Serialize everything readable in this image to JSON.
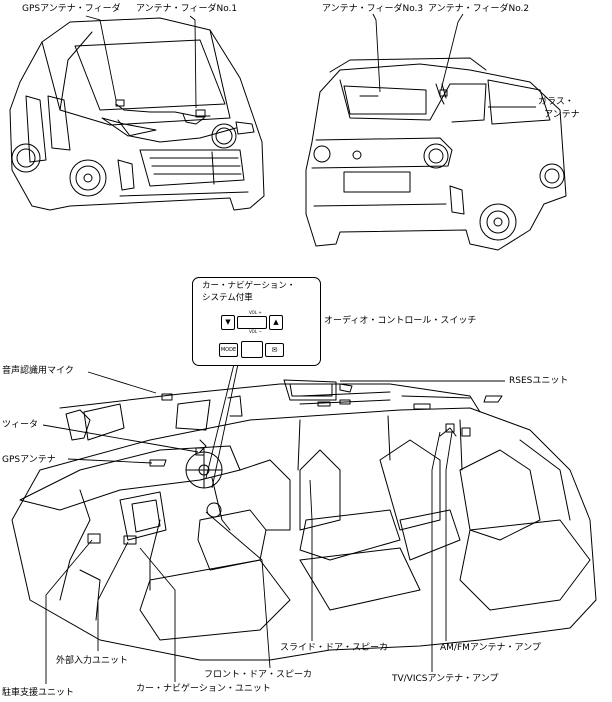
{
  "labels": {
    "gps_feeder": "GPSアンテナ・フィーダ",
    "feeder_no1": "アンテナ・フィーダNo.1",
    "feeder_no3": "アンテナ・フィーダNo.3",
    "feeder_no2": "アンテナ・フィーダNo.2",
    "glass_antenna_l1": "ガラス・",
    "glass_antenna_l2": "アンテナ",
    "callout_l1": "カー・ナビゲーション・",
    "callout_l2": "システム付車",
    "audio_switch": "オーディオ・コントロール・スイッチ",
    "voice_mic": "音声認識用マイク",
    "rses_unit": "RSESユニット",
    "tweeter": "ツィータ",
    "gps_antenna": "GPSアンテナ",
    "ext_input": "外部入力ユニット",
    "parking_unit": "駐車支援ユニット",
    "front_speaker": "フロント・ドア・スピーカ",
    "nav_unit": "カー・ナビゲーション・ユニット",
    "slide_speaker": "スライド・ドア・スピーカ",
    "amfm_amp": "AM/FMアンテナ・アンプ",
    "tvvics_amp": "TV/VICSアンテナ・アンプ"
  },
  "switch_panel": {
    "vol_up": "VOL +",
    "vol_down": "VOL −",
    "mode": "MODE",
    "down_arrow": "▼",
    "up_arrow": "▲",
    "voice_button": "✉"
  },
  "colors": {
    "ink": "#000000",
    "background": "#ffffff"
  }
}
